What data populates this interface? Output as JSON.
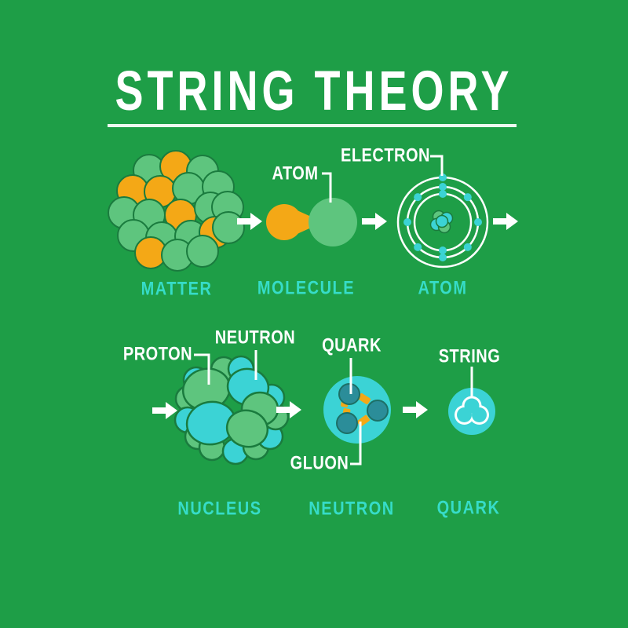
{
  "title": {
    "text": "STRING THEORY"
  },
  "theme": {
    "background": "#1E9E47",
    "green_blob": "#5EC57E",
    "orange": "#F4A816",
    "cyan": "#3BD3D5",
    "quark_teal": "#2B8D99",
    "quark_outline": "#1D6F66",
    "blob_outline": "#1A7B3E",
    "label_teal": "#36DCC8",
    "white": "#FFFFFF"
  },
  "icons": {
    "arrow": "right-arrow",
    "matter": "cluster-of-molecules",
    "molecule": "two-atom-molecule",
    "atom": "orbital-atom",
    "nucleus": "proton-neutron-cluster",
    "neutron": "quarks-and-gluons",
    "quark": "string-trefoil"
  },
  "row1": {
    "matter": {
      "label": "MATTER"
    },
    "molecule": {
      "label": "MOLECULE",
      "atom_callout": "ATOM"
    },
    "atom": {
      "label": "ATOM",
      "electron_callout": "ELECTRON"
    }
  },
  "row2": {
    "nucleus": {
      "label": "NUCLEUS",
      "proton_callout": "PROTON",
      "neutron_callout": "NEUTRON"
    },
    "neutron": {
      "label": "NEUTRON",
      "quark_callout": "QUARK",
      "gluon_callout": "GLUON"
    },
    "quark": {
      "label": "QUARK",
      "string_callout": "STRING"
    }
  }
}
